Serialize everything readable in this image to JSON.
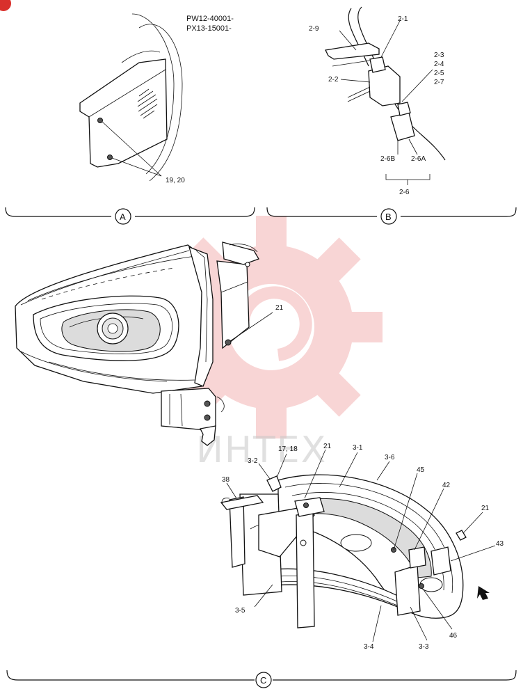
{
  "header": {
    "serial_line_1": "PW12-40001-",
    "serial_line_2": "PX13-15001-"
  },
  "views": {
    "a": "A",
    "b": "B",
    "c": "C"
  },
  "labels_a": {
    "bolts": "19, 20"
  },
  "labels_b": {
    "l_2_1": "2-1",
    "l_2_9": "2-9",
    "l_2_2": "2-2",
    "l_2_3": "2-3",
    "l_2_4": "2-4",
    "l_2_5": "2-5",
    "l_2_7": "2-7",
    "l_2_6B": "2-6B",
    "l_2_6A": "2-6A",
    "l_2_6": "2-6"
  },
  "labels_main": {
    "l_21": "21"
  },
  "labels_c": {
    "l_17_18": "17, 18",
    "l_21_a": "21",
    "l_3_1": "3-1",
    "l_3_6": "3-6",
    "l_3_2": "3-2",
    "l_38": "38",
    "l_45": "45",
    "l_42": "42",
    "l_21_b": "21",
    "l_43": "43",
    "l_3_5": "3-5",
    "l_3_4": "3-4",
    "l_3_3": "3-3",
    "l_46": "46"
  },
  "watermark": {
    "text": "ИНТЕХ"
  },
  "colors": {
    "watermark_gear": "#f4b4b4",
    "badge": "#d9302c",
    "line": "#111111"
  }
}
